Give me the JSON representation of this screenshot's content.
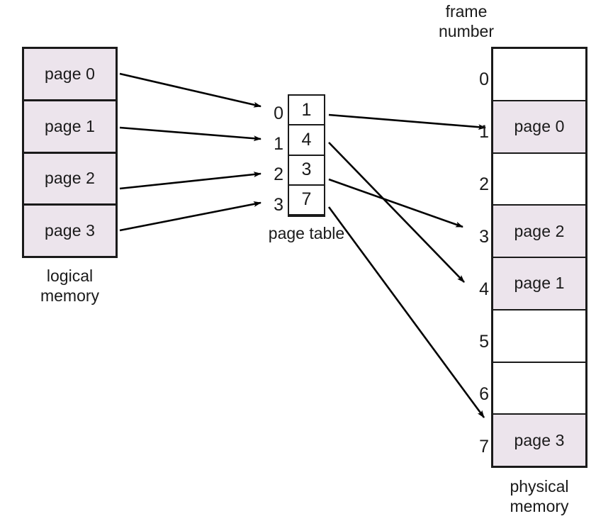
{
  "diagram": {
    "title": "paging-model-of-logical-and-physical-memory",
    "colors": {
      "page_fill": "#ece4ec",
      "empty_fill": "#ffffff",
      "stroke": "#1a1a1a",
      "background": "#ffffff"
    }
  },
  "logical_memory": {
    "caption": "logical\nmemory",
    "cells": [
      {
        "label": "page 0",
        "filled": true
      },
      {
        "label": "page 1",
        "filled": true
      },
      {
        "label": "page 2",
        "filled": true
      },
      {
        "label": "page 3",
        "filled": true
      }
    ]
  },
  "page_table": {
    "caption": "page table",
    "index_labels": [
      "0",
      "1",
      "2",
      "3"
    ],
    "entries": [
      {
        "index": "0",
        "frame": "1"
      },
      {
        "index": "1",
        "frame": "4"
      },
      {
        "index": "2",
        "frame": "3"
      },
      {
        "index": "3",
        "frame": "7"
      }
    ]
  },
  "physical_memory": {
    "caption": "physical\nmemory",
    "frame_number_caption": "frame\nnumber",
    "frame_labels": [
      "0",
      "1",
      "2",
      "3",
      "4",
      "5",
      "6",
      "7"
    ],
    "frames": [
      {
        "number": "0",
        "label": "",
        "filled": false
      },
      {
        "number": "1",
        "label": "page 0",
        "filled": true
      },
      {
        "number": "2",
        "label": "",
        "filled": false
      },
      {
        "number": "3",
        "label": "page 2",
        "filled": true
      },
      {
        "number": "4",
        "label": "page 1",
        "filled": true
      },
      {
        "number": "5",
        "label": "",
        "filled": false
      },
      {
        "number": "6",
        "label": "",
        "filled": false
      },
      {
        "number": "7",
        "label": "page 3",
        "filled": true
      }
    ]
  },
  "mappings": {
    "logical_to_page_table": [
      {
        "from": "page 0",
        "to": "0"
      },
      {
        "from": "page 1",
        "to": "1"
      },
      {
        "from": "page 2",
        "to": "2"
      },
      {
        "from": "page 3",
        "to": "3"
      }
    ],
    "page_table_to_physical": [
      {
        "from": "0",
        "to": "1"
      },
      {
        "from": "1",
        "to": "4"
      },
      {
        "from": "2",
        "to": "3"
      },
      {
        "from": "3",
        "to": "7"
      }
    ]
  }
}
